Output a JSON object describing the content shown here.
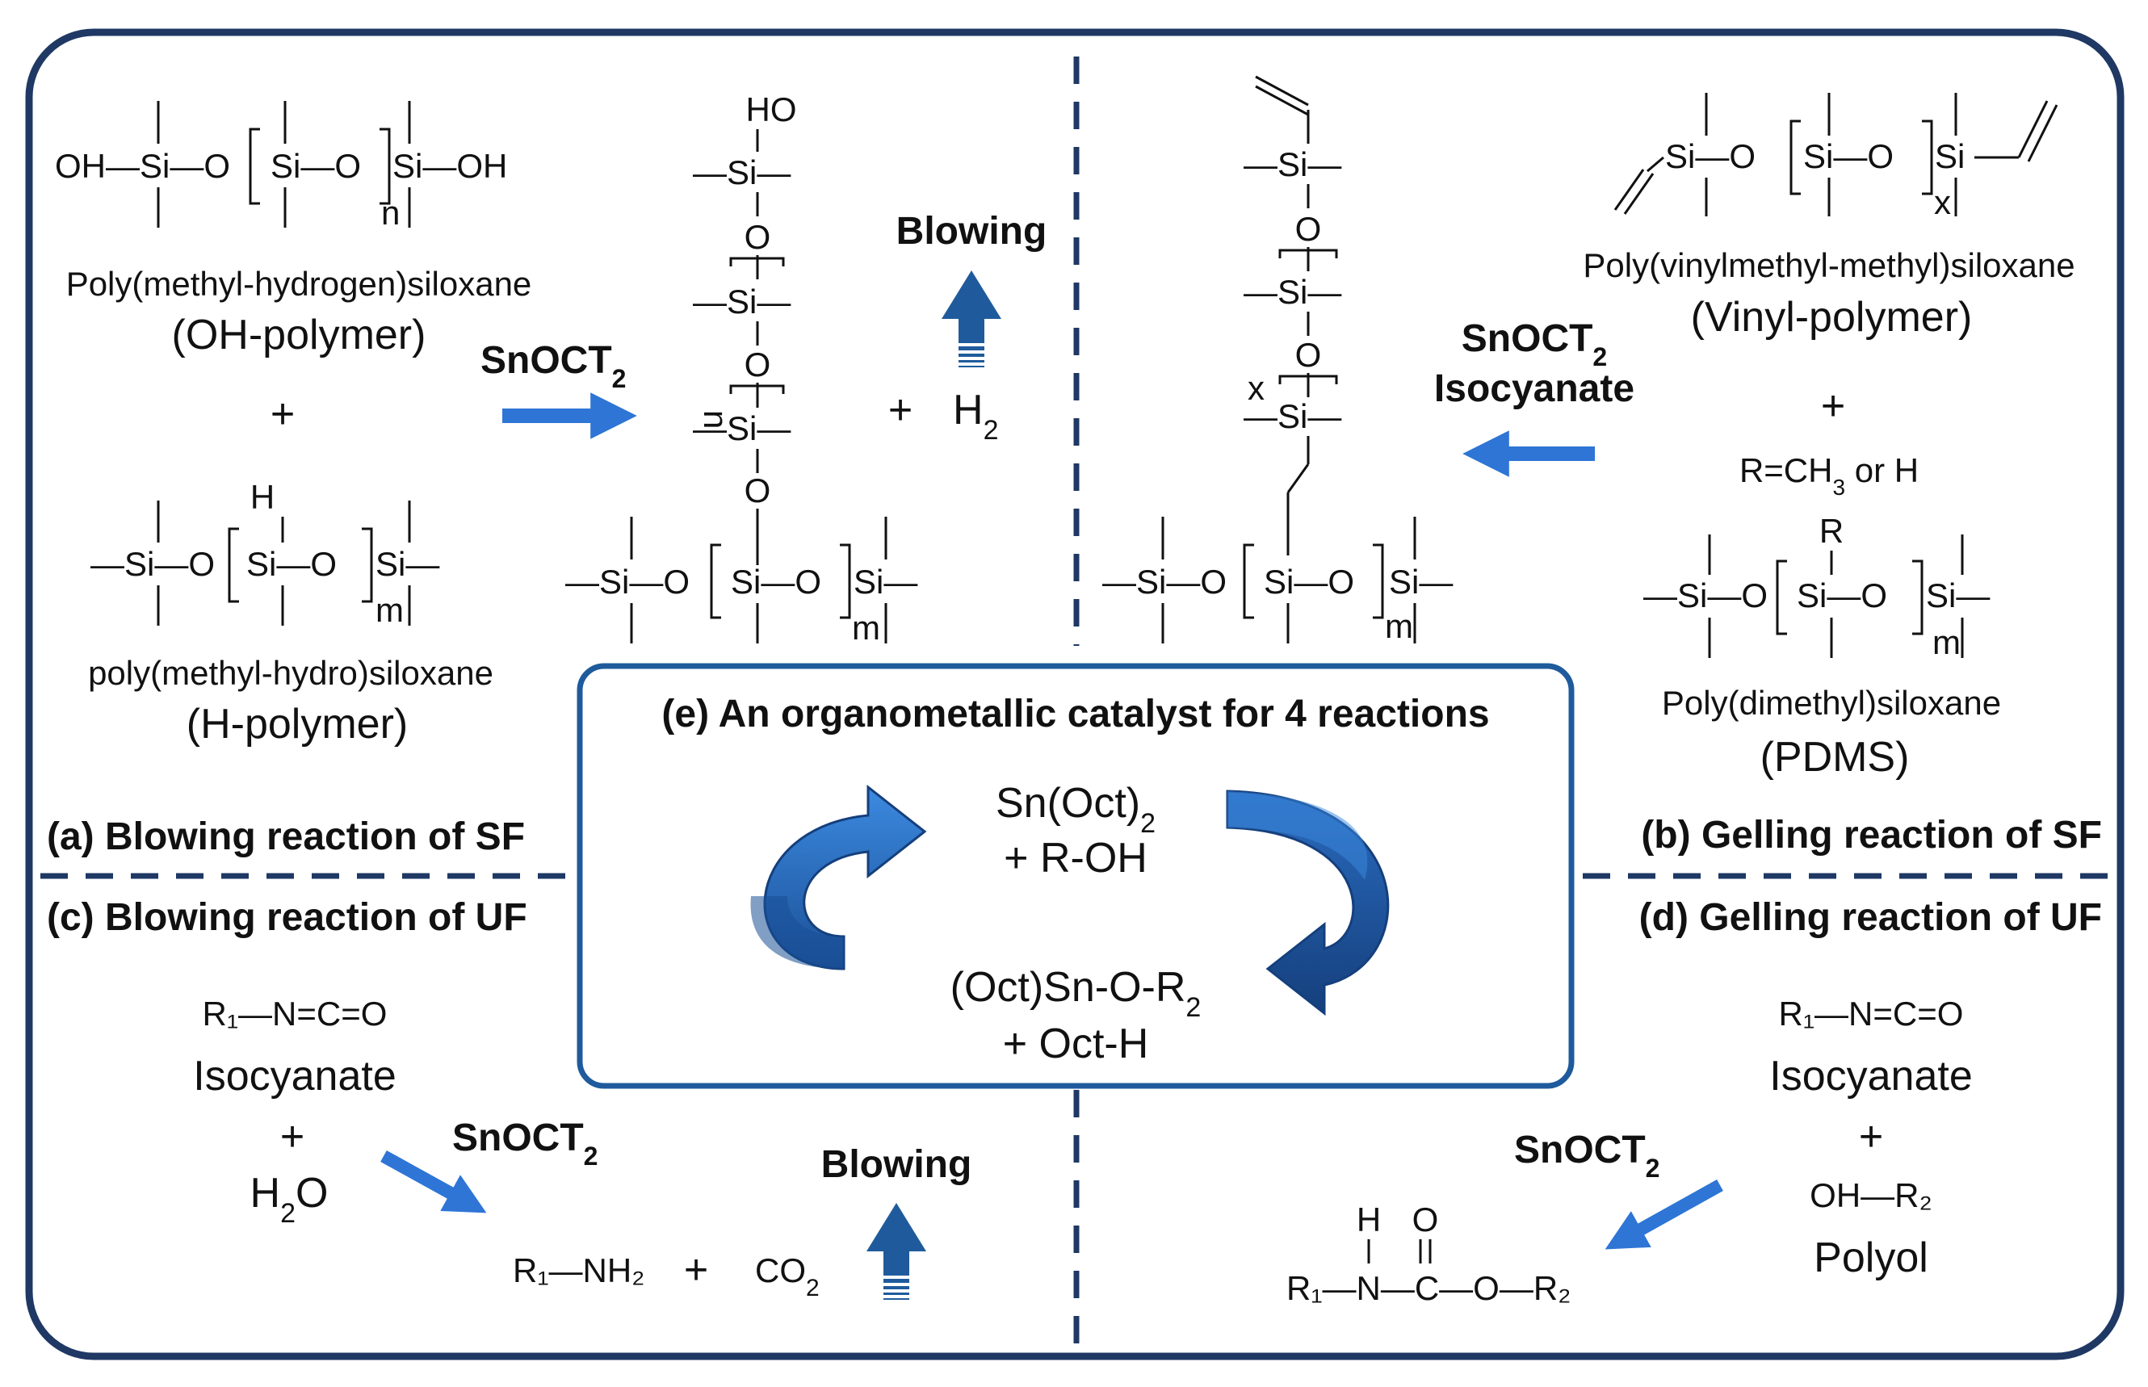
{
  "panels": {
    "a": {
      "label": "(a) Blowing reaction of SF",
      "reactant1": {
        "name": "Poly(methyl-hydrogen)siloxane",
        "short": "(OH-polymer)"
      },
      "plus": "+",
      "reactant2": {
        "name": "poly(methyl-hydro)siloxane",
        "short": "(H-polymer)"
      },
      "catalyst": "SnOCT",
      "catalyst_sub": "2",
      "product_plus": "+",
      "byproduct": "H",
      "byproduct_sub": "2",
      "effect": "Blowing"
    },
    "b": {
      "label": "(b) Gelling reaction of SF",
      "reactant1": {
        "name": "Poly(vinylmethyl-methyl)siloxane",
        "short": "(Vinyl-polymer)"
      },
      "plus": "+",
      "r_def": "R=CH",
      "r_def_sub": "3",
      "r_def_tail": " or H",
      "reactant2": {
        "name": "Poly(dimethyl)siloxane",
        "short": "(PDMS)"
      },
      "catalyst": "SnOCT",
      "catalyst_sub": "2",
      "catalyst2": "Isocyanate"
    },
    "c": {
      "label": "(c) Blowing reaction of UF",
      "isocyanate_formula": "R₁—N=C=O",
      "isocyanate_name": "Isocyanate",
      "plus": "+",
      "water": "H",
      "water_sub": "2",
      "water_tail": "O",
      "catalyst": "SnOCT",
      "catalyst_sub": "2",
      "amine": "R₁—NH₂",
      "plus2": "+",
      "co2": "CO",
      "co2_sub": "2",
      "effect": "Blowing"
    },
    "d": {
      "label": "(d) Gelling reaction of UF",
      "isocyanate_formula": "R₁—N=C=O",
      "isocyanate_name": "Isocyanate",
      "plus": "+",
      "polyol_formula": "OH—R₂",
      "polyol_name": "Polyol",
      "catalyst": "SnOCT",
      "catalyst_sub": "2",
      "urethane": "R₁—N—C—O—R₂"
    },
    "e": {
      "label": "(e) An organometallic catalyst for 4 reactions",
      "top_line1": "Sn(Oct)",
      "top_line1_sub": "2",
      "top_line2": "+ R-OH",
      "bottom_line1": "(Oct)Sn-O-R",
      "bottom_line1_sub": "2",
      "bottom_line2": "+ Oct-H"
    }
  },
  "colors": {
    "frame": "#1f3864",
    "arrow": "#2e75d6",
    "up_arrow": "#1f5b9c",
    "cycle_light": "#2f78cf",
    "cycle_dark": "#1a4f96"
  }
}
